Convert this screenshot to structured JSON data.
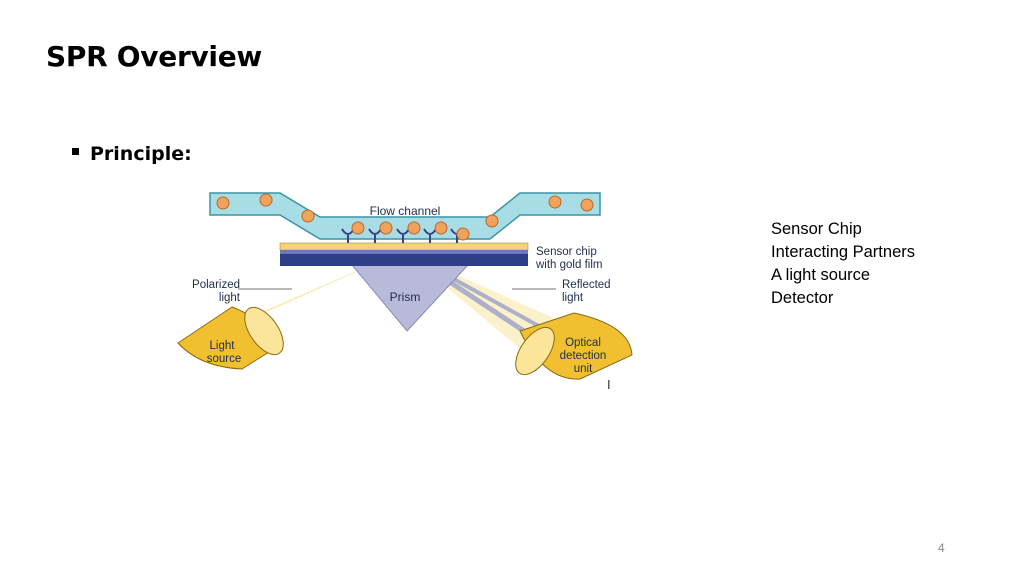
{
  "slide": {
    "title": "SPR Overview",
    "bullet": "Principle:",
    "side_list": [
      "Sensor Chip",
      "Interacting Partners",
      "A light source",
      "Detector"
    ],
    "page_number": "4"
  },
  "diagram": {
    "labels": {
      "flow_channel": "Flow channel",
      "sensor_chip_line1": "Sensor chip",
      "sensor_chip_line2": "with gold film",
      "polarized_line1": "Polarized",
      "polarized_line2": "light",
      "reflected_line1": "Reflected",
      "reflected_line2": "light",
      "prism": "Prism",
      "light_source_line1": "Light",
      "light_source_line2": "source",
      "detector_line1": "Optical",
      "detector_line2": "detection",
      "detector_line3": "unit",
      "panel_letter": "I"
    },
    "colors": {
      "channel": "#a9dde6",
      "channel_edge": "#3a93a6",
      "particle": "#f0a35c",
      "gold_film": "#f3d47a",
      "chip_base": "#2e3f88",
      "prism": "#b9b9d9",
      "beam": "#f8e7a6",
      "cone": "#f0c030"
    }
  }
}
